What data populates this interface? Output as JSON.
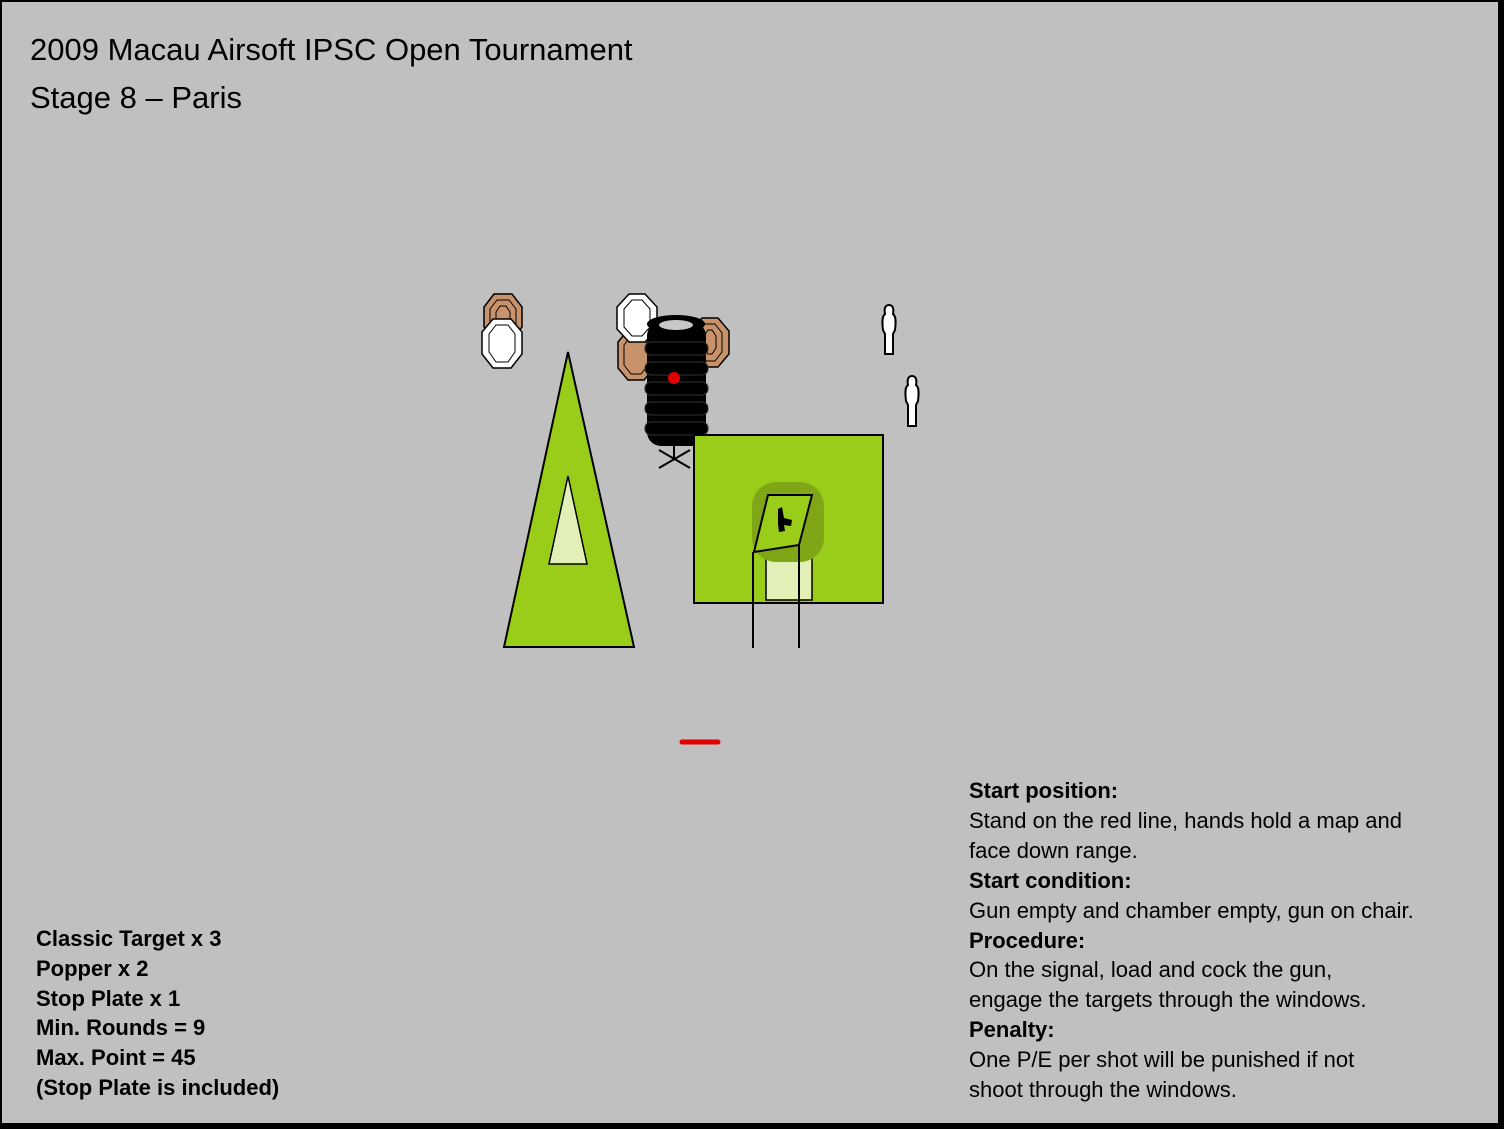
{
  "title": {
    "line1": "2009 Macau Airsoft IPSC Open Tournament",
    "line2": "Stage 8 – Paris"
  },
  "summary": [
    "Classic Target x 3",
    "Popper x 2",
    "Stop Plate x 1",
    "Min. Rounds = 9",
    "Max. Point = 45",
    "(Stop Plate is included)"
  ],
  "brief": {
    "start_position_heading": "Start position:",
    "start_position_line1": "Stand on the red line, hands hold a map and",
    "start_position_line2": "face down range.",
    "start_condition_heading": "Start condition:",
    "start_condition_line1": "Gun empty and chamber empty, gun on chair.",
    "procedure_heading": "Procedure:",
    "procedure_line1": "On the signal, load and cock the gun,",
    "procedure_line2": "engage the targets through the windows.",
    "penalty_heading": "Penalty:",
    "penalty_line1": "One P/E per shot will be punished if not",
    "penalty_line2": "shoot through the windows."
  },
  "colors": {
    "background": "#c0c0c0",
    "wall_green": "#9acd1a",
    "window_light": "#e2f0b8",
    "target_brown": "#c8936a",
    "no_shoot_white": "#ffffff",
    "tire_black": "#000000",
    "start_line_red": "#e00000"
  },
  "icons": [
    "pistol-icon",
    "popper-icon",
    "tire-stack-icon"
  ]
}
